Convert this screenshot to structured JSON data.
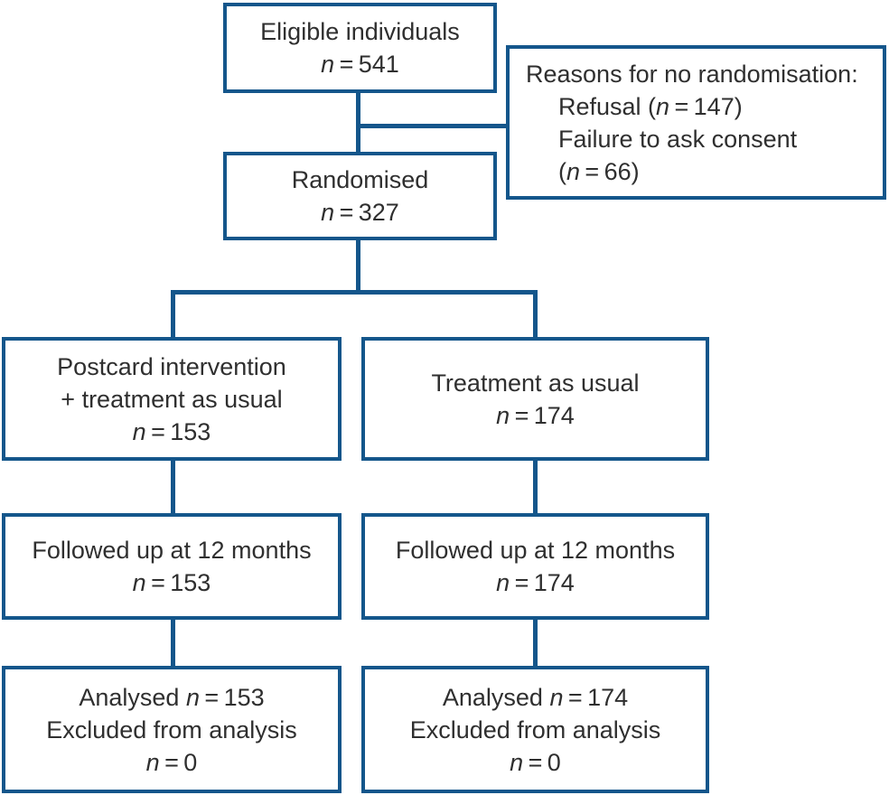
{
  "colors": {
    "line": "#14568b",
    "text": "#2f2f2f",
    "background": "#ffffff"
  },
  "boxes": {
    "eligible": {
      "lines": [
        {
          "segments": [
            {
              "t": "Eligible individuals"
            }
          ]
        },
        {
          "segments": [
            {
              "t": "n",
              "i": true
            },
            {
              "t": " = 541"
            }
          ]
        }
      ]
    },
    "reasons": {
      "lines": [
        {
          "segments": [
            {
              "t": "Reasons for no randomisation:"
            }
          ]
        },
        {
          "indent": true,
          "segments": [
            {
              "t": "Refusal ("
            },
            {
              "t": "n",
              "i": true
            },
            {
              "t": " = 147)"
            }
          ]
        },
        {
          "indent": true,
          "segments": [
            {
              "t": "Failure to ask consent"
            }
          ]
        },
        {
          "indent": true,
          "segments": [
            {
              "t": "("
            },
            {
              "t": "n",
              "i": true
            },
            {
              "t": " = 66)"
            }
          ]
        }
      ]
    },
    "randomised": {
      "lines": [
        {
          "segments": [
            {
              "t": "Randomised"
            }
          ]
        },
        {
          "segments": [
            {
              "t": "n",
              "i": true
            },
            {
              "t": " = 327"
            }
          ]
        }
      ]
    },
    "postcard": {
      "lines": [
        {
          "segments": [
            {
              "t": "Postcard intervention"
            }
          ]
        },
        {
          "segments": [
            {
              "t": "+ treatment as usual"
            }
          ]
        },
        {
          "segments": [
            {
              "t": "n",
              "i": true
            },
            {
              "t": " = 153"
            }
          ]
        }
      ]
    },
    "treatment_as_usual": {
      "lines": [
        {
          "segments": [
            {
              "t": "Treatment as usual"
            }
          ]
        },
        {
          "segments": [
            {
              "t": "n",
              "i": true
            },
            {
              "t": " = 174"
            }
          ]
        }
      ]
    },
    "followup_left": {
      "lines": [
        {
          "segments": [
            {
              "t": "Followed up at 12 months"
            }
          ]
        },
        {
          "segments": [
            {
              "t": "n",
              "i": true
            },
            {
              "t": " = 153"
            }
          ]
        }
      ]
    },
    "followup_right": {
      "lines": [
        {
          "segments": [
            {
              "t": "Followed up at 12 months"
            }
          ]
        },
        {
          "segments": [
            {
              "t": "n",
              "i": true
            },
            {
              "t": " = 174"
            }
          ]
        }
      ]
    },
    "analysed_left": {
      "lines": [
        {
          "segments": [
            {
              "t": "Analysed "
            },
            {
              "t": "n",
              "i": true
            },
            {
              "t": " = 153"
            }
          ]
        },
        {
          "segments": [
            {
              "t": "Excluded from analysis"
            }
          ]
        },
        {
          "segments": [
            {
              "t": "n",
              "i": true
            },
            {
              "t": " = 0"
            }
          ]
        }
      ]
    },
    "analysed_right": {
      "lines": [
        {
          "segments": [
            {
              "t": "Analysed "
            },
            {
              "t": "n",
              "i": true
            },
            {
              "t": " = 174"
            }
          ]
        },
        {
          "segments": [
            {
              "t": "Excluded from analysis"
            }
          ]
        },
        {
          "segments": [
            {
              "t": "n",
              "i": true
            },
            {
              "t": " = 0"
            }
          ]
        }
      ]
    }
  }
}
